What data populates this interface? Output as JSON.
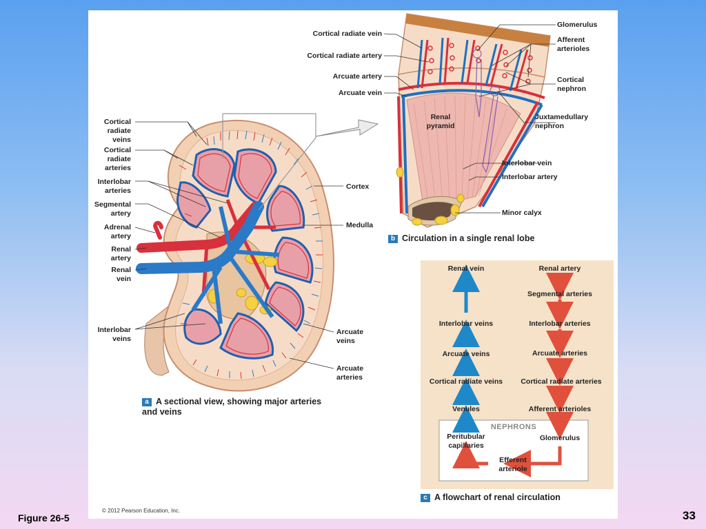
{
  "panel_a": {
    "labels": {
      "cortical_radiate_veins": "Cortical\nradiate\nveins",
      "cortical_radiate_arteries": "Cortical\nradiate\narteries",
      "interlobar_arteries": "Interlobar\narteries",
      "segmental_artery": "Segmental\nartery",
      "adrenal_artery": "Adrenal\nartery",
      "renal_artery": "Renal\nartery",
      "renal_vein": "Renal\nvein",
      "interlobar_veins": "Interlobar\nveins",
      "cortex": "Cortex",
      "medulla": "Medulla",
      "arcuate_veins": "Arcuate\nveins",
      "arcuate_arteries": "Arcuate\narteries"
    },
    "caption_letter": "a",
    "caption": "A sectional view, showing major arteries\nand veins"
  },
  "panel_b": {
    "labels": {
      "cortical_radiate_vein": "Cortical radiate vein",
      "cortical_radiate_artery": "Cortical radiate artery",
      "arcuate_artery": "Arcuate artery",
      "arcuate_vein": "Arcuate vein",
      "glomerulus": "Glomerulus",
      "afferent_arterioles": "Afferent\narterioles",
      "cortical_nephron": "Cortical\nnephron",
      "juxtamedullary_nephron": "Juxtamedullary\nnephron",
      "renal_pyramid": "Renal\npyramid",
      "interlobar_vein": "Interlobar vein",
      "interlobar_artery": "Interlobar artery",
      "minor_calyx": "Minor calyx"
    },
    "caption_letter": "b",
    "caption": "Circulation in a single renal lobe"
  },
  "panel_c": {
    "veins": [
      "Renal vein",
      "Interlobar veins",
      "Arcuate veins",
      "Cortical radiate veins",
      "Venules"
    ],
    "arteries": [
      "Renal artery",
      "Segmental arteries",
      "Interlobar arteries",
      "Arcuate arteries",
      "Cortical radiate arteries",
      "Afferent arterioles"
    ],
    "nephrons_title": "NEPHRONS",
    "peritubular": "Peritubular\ncapillaries",
    "glomerulus": "Glomerulus",
    "efferent": "Efferent\narteriole",
    "caption_letter": "c",
    "caption": "A flowchart of renal circulation",
    "colors": {
      "vein": "#1e88c8",
      "artery": "#e0503c"
    }
  },
  "copyright": "© 2012 Pearson Education, Inc.",
  "figure_label": "Figure 26-5",
  "slide_number": "33"
}
